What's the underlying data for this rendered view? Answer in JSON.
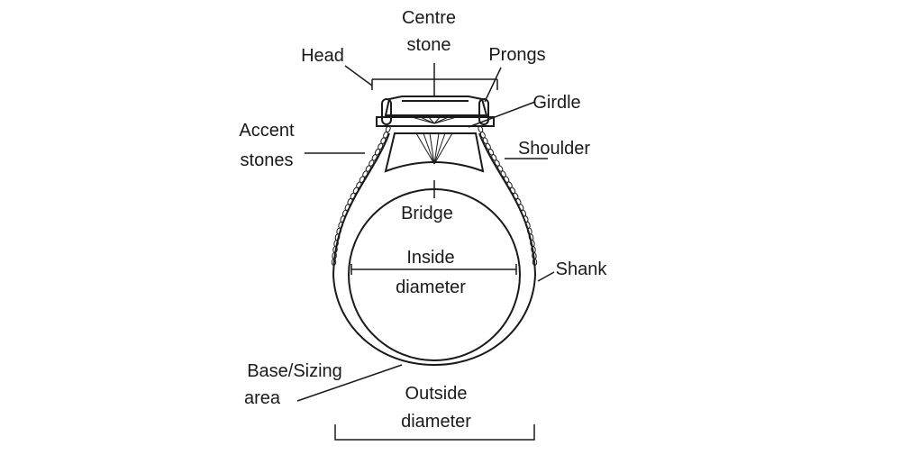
{
  "diagram": {
    "title": "Ring anatomy",
    "colors": {
      "line": "#1a1a1a",
      "background": "#ffffff"
    },
    "labels": {
      "centre_stone_line1": "Centre",
      "centre_stone_line2": "stone",
      "head": "Head",
      "prongs": "Prongs",
      "girdle": "Girdle",
      "accent_stones_line1": "Accent",
      "accent_stones_line2": "stones",
      "shoulder": "Shoulder",
      "bridge": "Bridge",
      "inside_diameter_line1": "Inside",
      "inside_diameter_line2": "diameter",
      "shank": "Shank",
      "base_sizing_line1": "Base/Sizing",
      "base_sizing_line2": "area",
      "outside_diameter_line1": "Outside",
      "outside_diameter_line2": "diameter"
    }
  }
}
